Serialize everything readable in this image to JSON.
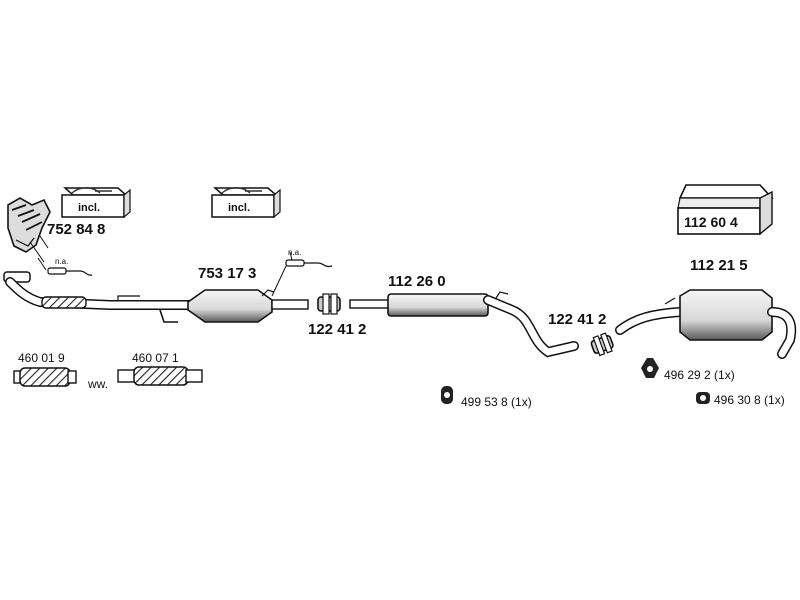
{
  "parts": {
    "manifold": "752 84 8",
    "catalyst": "753 17 3",
    "front_clamp": "122 41 2",
    "middle_muffler": "112 26 0",
    "rear_clamp": "122 41 2",
    "rear_muffler": "112 21 5",
    "mount_kit_box": "112 60 4",
    "flex_pipe_1": "460 01 9",
    "flex_pipe_2": "460 07 1",
    "alt_separator": "ww.",
    "rubber_mount_1": "499 53 8 (1x)",
    "rubber_mount_2": "496 29 2 (1x)",
    "rubber_mount_3": "496 30 8 (1x)"
  },
  "annotations": {
    "box_1": "incl.",
    "box_2": "incl.",
    "na_sensor_1": "n.a.",
    "na_sensor_2": "n.a."
  },
  "colors": {
    "line": "#111111",
    "pipe_fill": "#ffffff",
    "muffler_fill": "#e8e8e8",
    "shade": "#9a9a9a"
  }
}
